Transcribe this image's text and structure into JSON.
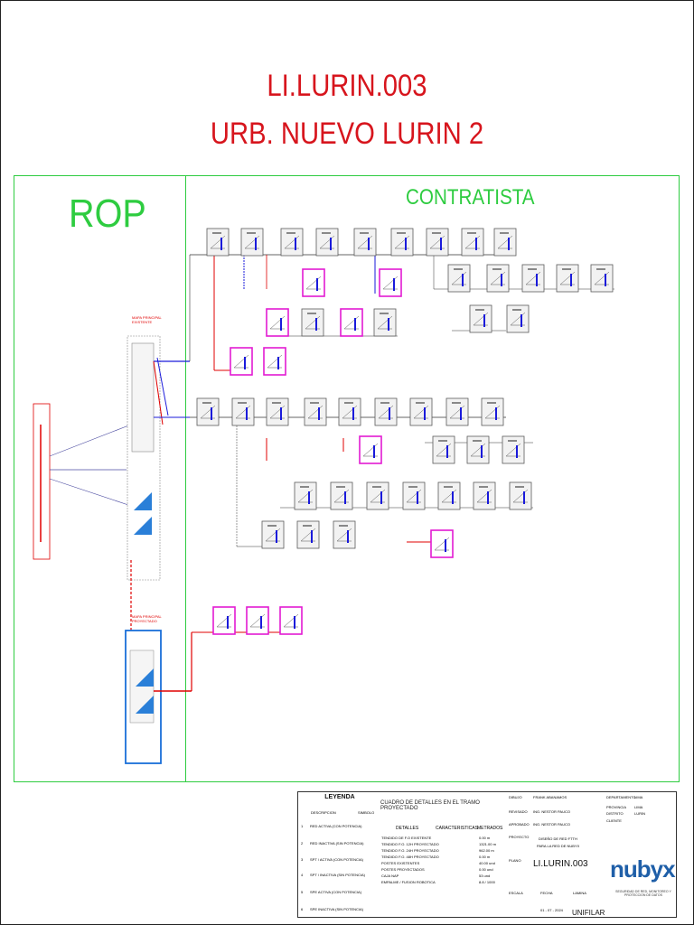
{
  "header": {
    "title_line1": "LI.LURIN.003",
    "title_line2": "URB. NUEVO LURIN 2"
  },
  "labels": {
    "rop": "ROP",
    "contratista": "CONTRATISTA"
  },
  "colors": {
    "title_red": "#d7151d",
    "frame_green": "#2ecc40",
    "fiber_red": "#e00000",
    "fiber_blue": "#1a1adb",
    "box_magenta": "#e31bd2",
    "brand_blue": "#1f5fa8"
  },
  "rop_panel": {
    "main_splitter_label": "MAPA PRINCIPAL EXISTENTE",
    "projected_label": "MAPA PRINCIPAL PROYECTADO"
  },
  "legend": {
    "title": "LEYENDA",
    "col_description": "DESCRIPCION",
    "col_symbol": "SIMBOLO",
    "rows": [
      {
        "n": "1",
        "text": "RED ACTIVA (CON POTENCIA)"
      },
      {
        "n": "2",
        "text": "RED INACTIVA (SIN POTENCIA)"
      },
      {
        "n": "3",
        "text": "SPT / ACTIVA (CON POTENCIA)"
      },
      {
        "n": "4",
        "text": "SPT / INACTIVA (SIN POTENCIA)"
      },
      {
        "n": "5",
        "text": "SPE ACTIVA (CON POTENCIA)"
      },
      {
        "n": "6",
        "text": "SPE INACTIVA (SIN POTENCIA)"
      }
    ]
  },
  "details_table": {
    "title": "CUADRO DE DETALLES EN EL TRAMO PROYECTADO",
    "col_detalles": "DETALLES",
    "col_caracteristicas": "CARACTERISTICAS",
    "col_metrados": "METRADOS",
    "rows": [
      {
        "detail": "TENDIDO DE F.O EXISTENTE",
        "metric": "0.00 m"
      },
      {
        "detail": "TENDIDO F.O. 12H PROYECTADO",
        "metric": "1321.00 m"
      },
      {
        "detail": "TENDIDO F.O. 24H PROYECTADO",
        "metric": "962.00 m"
      },
      {
        "detail": "TENDIDO F.O. 48H PROYECTADO",
        "metric": "0.00 m"
      },
      {
        "detail": "POSTES EXISTENTES",
        "metric": "40.00 und"
      },
      {
        "detail": "POSTES PROYECTADOS",
        "metric": "0.00 und"
      },
      {
        "detail": "CAJA NAP",
        "metric": "53 und"
      },
      {
        "detail": "EMPALME / FUSION ROBOTICA",
        "metric": "8.8 / 1000"
      }
    ]
  },
  "project_info": {
    "drawn_label": "DIBUJO",
    "drawn_value": "FRANK ABANAMOS",
    "reviewed_label": "REVISADO",
    "reviewed_value": "ING. NESTOR PAUCO",
    "approved_label": "APROBADO",
    "approved_value": "ING. NESTOR PAUCO",
    "project_label": "PROYECTO",
    "project_value_1": "DISEÑO DE RED FTTH",
    "project_value_2": "PARA LA RED DE NUBYX",
    "plane_label": "PLANO",
    "plane_code": "LI.LURIN.003",
    "scale_label": "ESCALA",
    "date_label": "FECHA",
    "date_value": "01 - 07 - 2024",
    "sheet_label": "LAMINA",
    "sheet_value": "UNIFILAR",
    "region_label": "DEPARTAMENTO",
    "region_value": "LIMA",
    "province_label": "PROVINCIA",
    "province_value": "LIMA",
    "district_label": "DISTRITO",
    "district_value": "LURIN",
    "client_label": "CLIENTE"
  },
  "brand": {
    "name": "nubyx",
    "tagline": "SEGURIDAD DE RED, MONITOREO Y PROTECCION DE DATOS"
  }
}
